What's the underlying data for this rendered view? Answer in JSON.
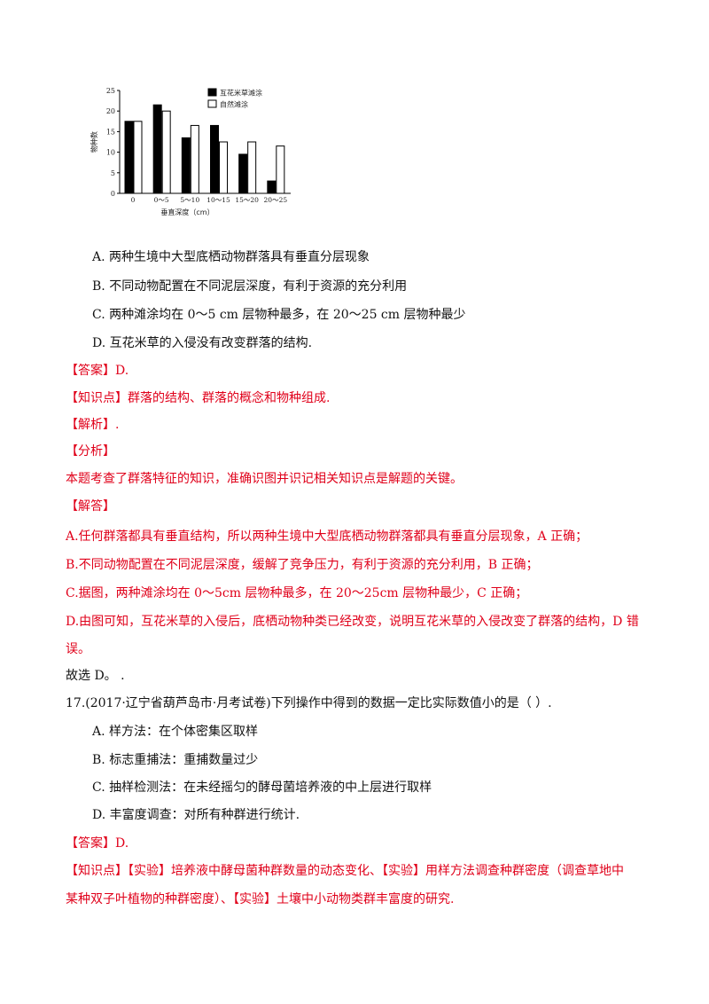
{
  "chart_data": {
    "type": "bar",
    "categories": [
      "0",
      "0～5",
      "5～10",
      "10～15",
      "15～20",
      "20～25"
    ],
    "series": [
      {
        "name": "互花米草滩涂",
        "values": [
          17.5,
          21.5,
          13.5,
          16.5,
          9.5,
          3
        ]
      },
      {
        "name": "自然滩涂",
        "values": [
          17.5,
          20,
          16.5,
          12.5,
          12.5,
          11.5
        ]
      }
    ],
    "ylabel": "物种数",
    "xlabel": "垂直深度（cm）",
    "ylim": [
      0,
      25
    ],
    "yticks": [
      "0",
      "5",
      "10",
      "15",
      "20",
      "25"
    ],
    "colors": {
      "series1": "#000000",
      "series2": "#ffffff"
    },
    "legend": "top-right"
  },
  "q16": {
    "options": [
      "A. 两种生境中大型底栖动物群落具有垂直分层现象",
      "B. 不同动物配置在不同泥层深度，有利于资源的充分利用",
      "C. 两种滩涂均在 0～5 cm 层物种最多，在 20～25 cm 层物种最少",
      "D. 互花米草的入侵没有改变群落的结构."
    ],
    "answer": "【答案】D.",
    "knowledge": "【知识点】群落的结构、群落的概念和物种组成.",
    "jiexi": "【解析】.",
    "fenxi_label": "【分析】",
    "fenxi_text": "本题考查了群落特征的知识，准确识图并识记相关知识点是解题的关键。",
    "jieda_label": "【解答】",
    "jieda_lines": [
      "A.任何群落都具有垂直结构，所以两种生境中大型底栖动物群落都具有垂直分层现象，A 正确；",
      "B.不同动物配置在不同泥层深度，缓解了竞争压力，有利于资源的充分利用，B 正确；",
      "C.据图，两种滩涂均在 0～5cm 层物种最多，在 20～25cm 层物种最少，C 正确；",
      "D.由图可知，互花米草的入侵后，底栖动物种类已经改变，说明互花米草的入侵改变了群落的结构，D 错",
      "误。"
    ],
    "conclusion": "故选 D。  ."
  },
  "q17": {
    "stem": "17.(2017·辽宁省葫芦岛市·月考试卷)下列操作中得到的数据一定比实际数值小的是（        ）.",
    "options": [
      "A. 样方法：在个体密集区取样",
      "B. 标志重捕法：重捕数量过少",
      "C. 抽样检测法：在未经摇匀的酵母菌培养液的中上层进行取样",
      "D. 丰富度调查：对所有种群进行统计."
    ],
    "answer": "【答案】D.",
    "knowledge_line1": "【知识点】【实验】培养液中酵母菌种群数量的动态变化、【实验】用样方法调查种群密度（调查草地中",
    "knowledge_line2": "某种双子叶植物的种群密度）、【实验】土壤中小动物类群丰富度的研究."
  }
}
